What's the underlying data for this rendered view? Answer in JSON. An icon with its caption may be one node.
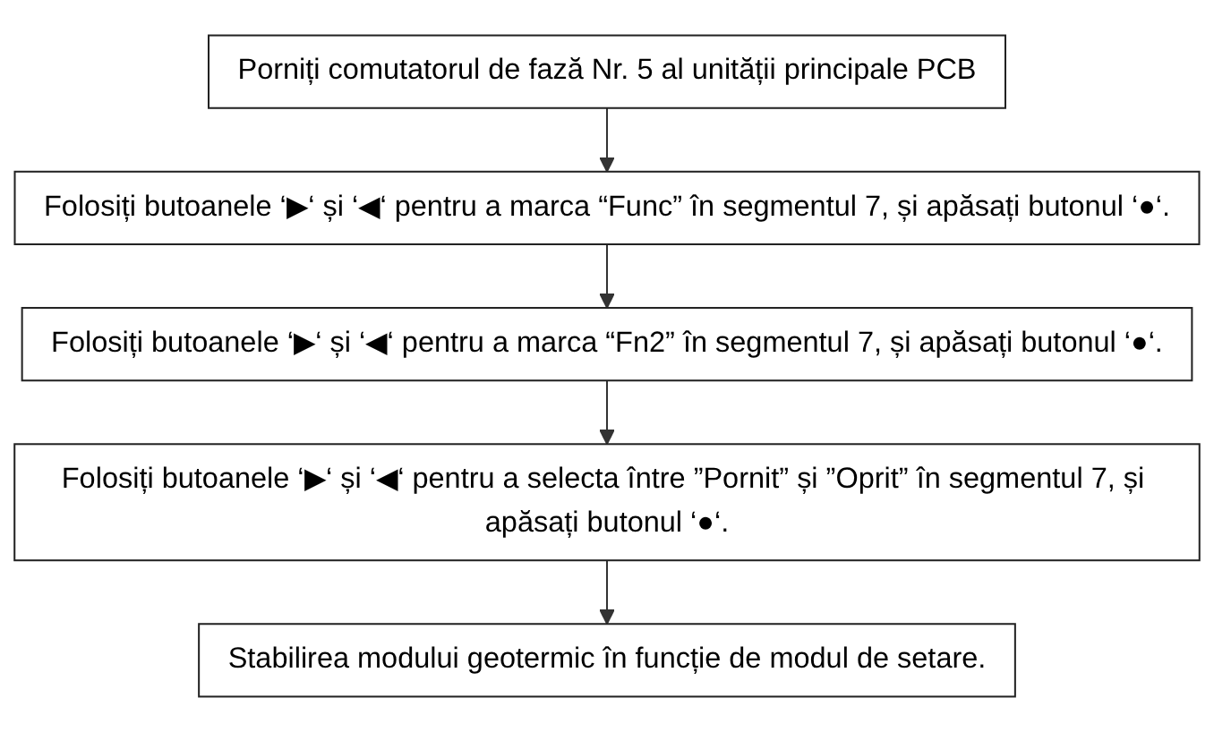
{
  "diagram": {
    "nodes": [
      {
        "text": [
          "Porniți comutatorul de fază Nr. 5 al unității principale PCB"
        ]
      },
      {
        "text": [
          "Folosiți butoanele ‘▶‘ și ‘◀‘ pentru a marca “Func” în segmentul 7, și apăsați butonul ‘●‘."
        ]
      },
      {
        "text": [
          "Folosiți butoanele ‘▶‘ și ‘◀‘ pentru a marca “Fn2” în segmentul 7, și apăsați butonul ‘●‘."
        ]
      },
      {
        "text": [
          "Folosiți butoanele ‘▶‘ și ‘◀‘ pentru a selecta între ”Pornit” și ”Oprit” în segmentul 7, și apăsați butonul ‘●‘."
        ]
      },
      {
        "text": [
          "Stabilirea modului geotermic în funcție de modul de setare."
        ]
      }
    ],
    "edges": [
      {
        "from": 0,
        "to": 1,
        "arrow": "to"
      },
      {
        "from": 1,
        "to": 2,
        "arrow": "to"
      },
      {
        "from": 2,
        "to": 3,
        "arrow": "to"
      },
      {
        "from": 3,
        "to": 4,
        "arrow": "to"
      }
    ]
  }
}
